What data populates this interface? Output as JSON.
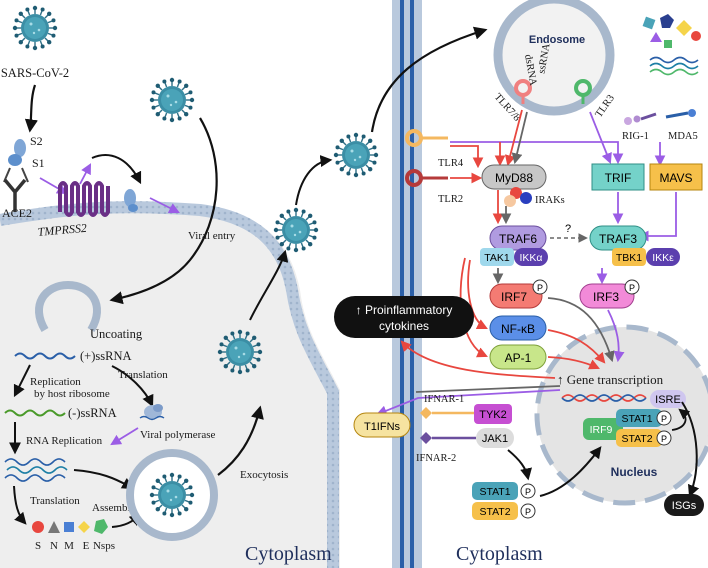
{
  "virus": {
    "name": "SARS-CoV-2",
    "s2": "S2",
    "s1": "S1",
    "ace2": "ACE2",
    "tmprss2": "TMPRSS2"
  },
  "steps": {
    "viral_entry": "Viral entry",
    "uncoating": "Uncoating",
    "pos_ssrna": "(+)ssRNA",
    "replication_l1": "Replication",
    "replication_l2": "by host ribosome",
    "translation_1": "Translation",
    "neg_ssrna": "(-)ssRNA",
    "viral_polymerase": "Viral polymerase",
    "rna_replication": "RNA Replication",
    "translation_2": "Translation",
    "assembly": "Assembly",
    "exocytosis": "Exocytosis"
  },
  "proteins": {
    "s": "S",
    "n": "N",
    "m": "M",
    "e": "E",
    "nsps": "Nsps"
  },
  "cytoplasm_left": "Cytoplasm",
  "cytoplasm_right": "Cytoplasm",
  "endosome": {
    "title": "Endosome",
    "dsrna": "dsRNA",
    "ssrna": "ssRNA",
    "tlr78": "TLR7/8",
    "tlr3": "TLR3"
  },
  "receptors": {
    "tlr4": "TLR4",
    "tlr2": "TLR2",
    "rig1": "RIG-1",
    "mda5": "MDA5"
  },
  "signaling": {
    "myd88": "MyD88",
    "irak": "IRAKs",
    "trif": "TRIF",
    "mavs": "MAVS",
    "traf6": "TRAF6",
    "tak1": "TAK1",
    "ikka": "IKKα",
    "traf3": "TRAF3",
    "tbk1": "TBK1",
    "ikke": "IKKε",
    "question": "?",
    "irf7": "IRF7",
    "irf3": "IRF3",
    "nfkb": "NF-κB",
    "ap1": "AP-1",
    "p": "P"
  },
  "outputs": {
    "proinflam_l1": "↑ Proinflammatory",
    "proinflam_l2": "cytokines",
    "gene_transcription": "↑ Gene transcription",
    "isre": "ISRE",
    "nucleus": "Nucleus",
    "isgs": "ISGs",
    "t1ifns": "T1IFNs",
    "ifnar1": "IFNAR-1",
    "ifnar2": "IFNAR-2",
    "tyk2": "TYK2",
    "jak1": "JAK1",
    "stat1": "STAT1",
    "stat2": "STAT2",
    "irf9": "IRF9"
  },
  "colors": {
    "membrane": "#b9c9dd",
    "cell_fill": "#eeeeee",
    "virion": "#3b8ea5",
    "red_arrow": "#e8473f",
    "purple_arrow": "#9b5de5",
    "grey_arrow": "#666666",
    "myd88": "#c7c7c7",
    "trif": "#74d2c9",
    "mavs": "#f6c04a",
    "traf6": "#b09be0",
    "irf7": "#f47b73",
    "irf3": "#f28ad8",
    "nfkb": "#5b8fe8",
    "ap1": "#c8e68a"
  }
}
